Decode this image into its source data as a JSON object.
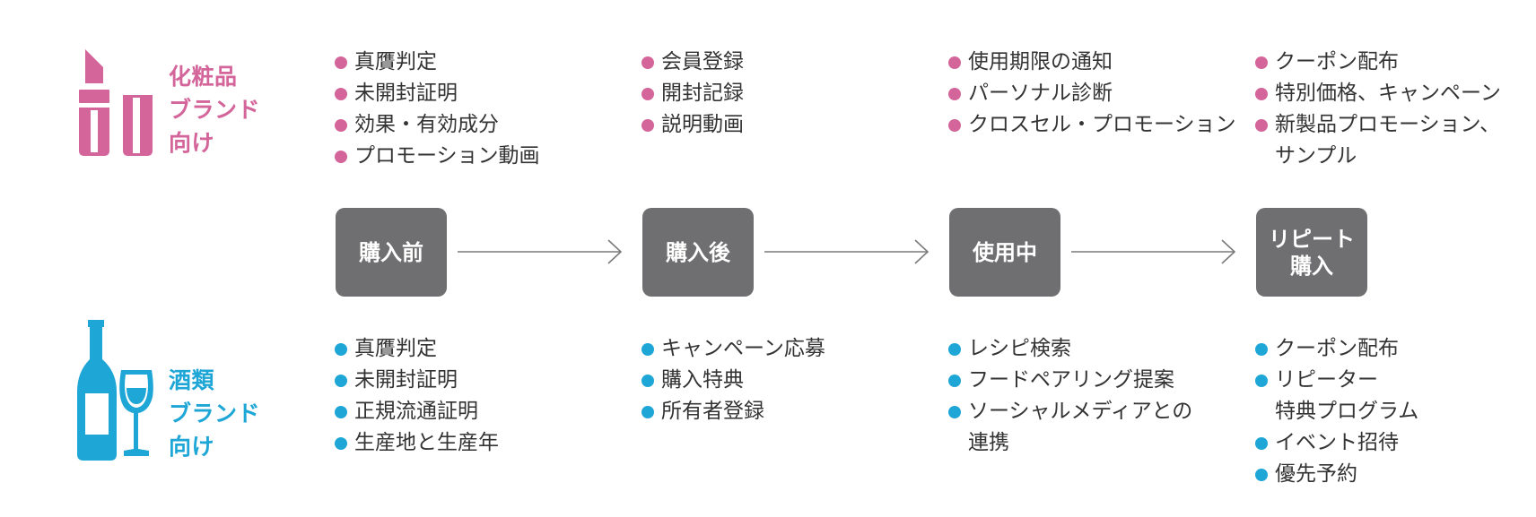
{
  "colors": {
    "cosmetics": "#d4659a",
    "liquor": "#1ea6d6",
    "stage_bg": "#6f6e70",
    "arrow": "#7a7a7a",
    "text": "#333333"
  },
  "categories": {
    "cosmetics": {
      "label_lines": [
        "化粧品",
        "ブランド",
        "向け"
      ],
      "icon": "lipstick-icon"
    },
    "liquor": {
      "label_lines": [
        "酒類",
        "ブランド",
        "向け"
      ],
      "icon": "wine-bottle-glass-icon"
    }
  },
  "stages": [
    {
      "label": "購入前"
    },
    {
      "label": "購入後"
    },
    {
      "label": "使用中"
    },
    {
      "label": "リピート\n購入"
    }
  ],
  "cosmetics_items": [
    [
      "真贋判定",
      "未開封証明",
      "効果・有効成分",
      "プロモーション動画"
    ],
    [
      "会員登録",
      "開封記録",
      "説明動画"
    ],
    [
      "使用期限の通知",
      "パーソナル診断",
      "クロスセル・プロモーション"
    ],
    [
      "クーポン配布",
      "特別価格、キャンペーン",
      "新製品プロモーション、\nサンプル"
    ]
  ],
  "liquor_items": [
    [
      "真贋判定",
      "未開封証明",
      "正規流通証明",
      "生産地と生産年"
    ],
    [
      "キャンペーン応募",
      "購入特典",
      "所有者登録"
    ],
    [
      "レシピ検索",
      "フードペアリング提案",
      "ソーシャルメディアとの\n連携"
    ],
    [
      "クーポン配布",
      "リピーター\n特典プログラム",
      "イベント招待",
      "優先予約"
    ]
  ]
}
